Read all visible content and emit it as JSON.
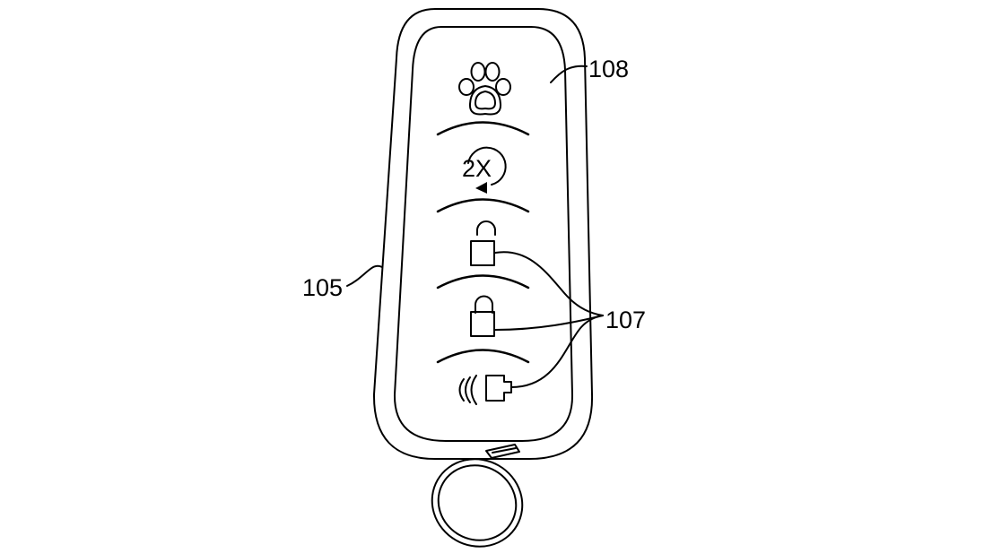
{
  "labels": {
    "housing": "105",
    "buttons": "107",
    "cover": "108"
  },
  "buttons": [
    {
      "icon": "paw-icon",
      "text": ""
    },
    {
      "icon": "double-press-icon",
      "text": "2X"
    },
    {
      "icon": "unlock-icon",
      "text": ""
    },
    {
      "icon": "lock-icon",
      "text": ""
    },
    {
      "icon": "remote-start-icon",
      "text": ""
    }
  ],
  "colors": {
    "line": "#000000",
    "background": "#ffffff"
  }
}
